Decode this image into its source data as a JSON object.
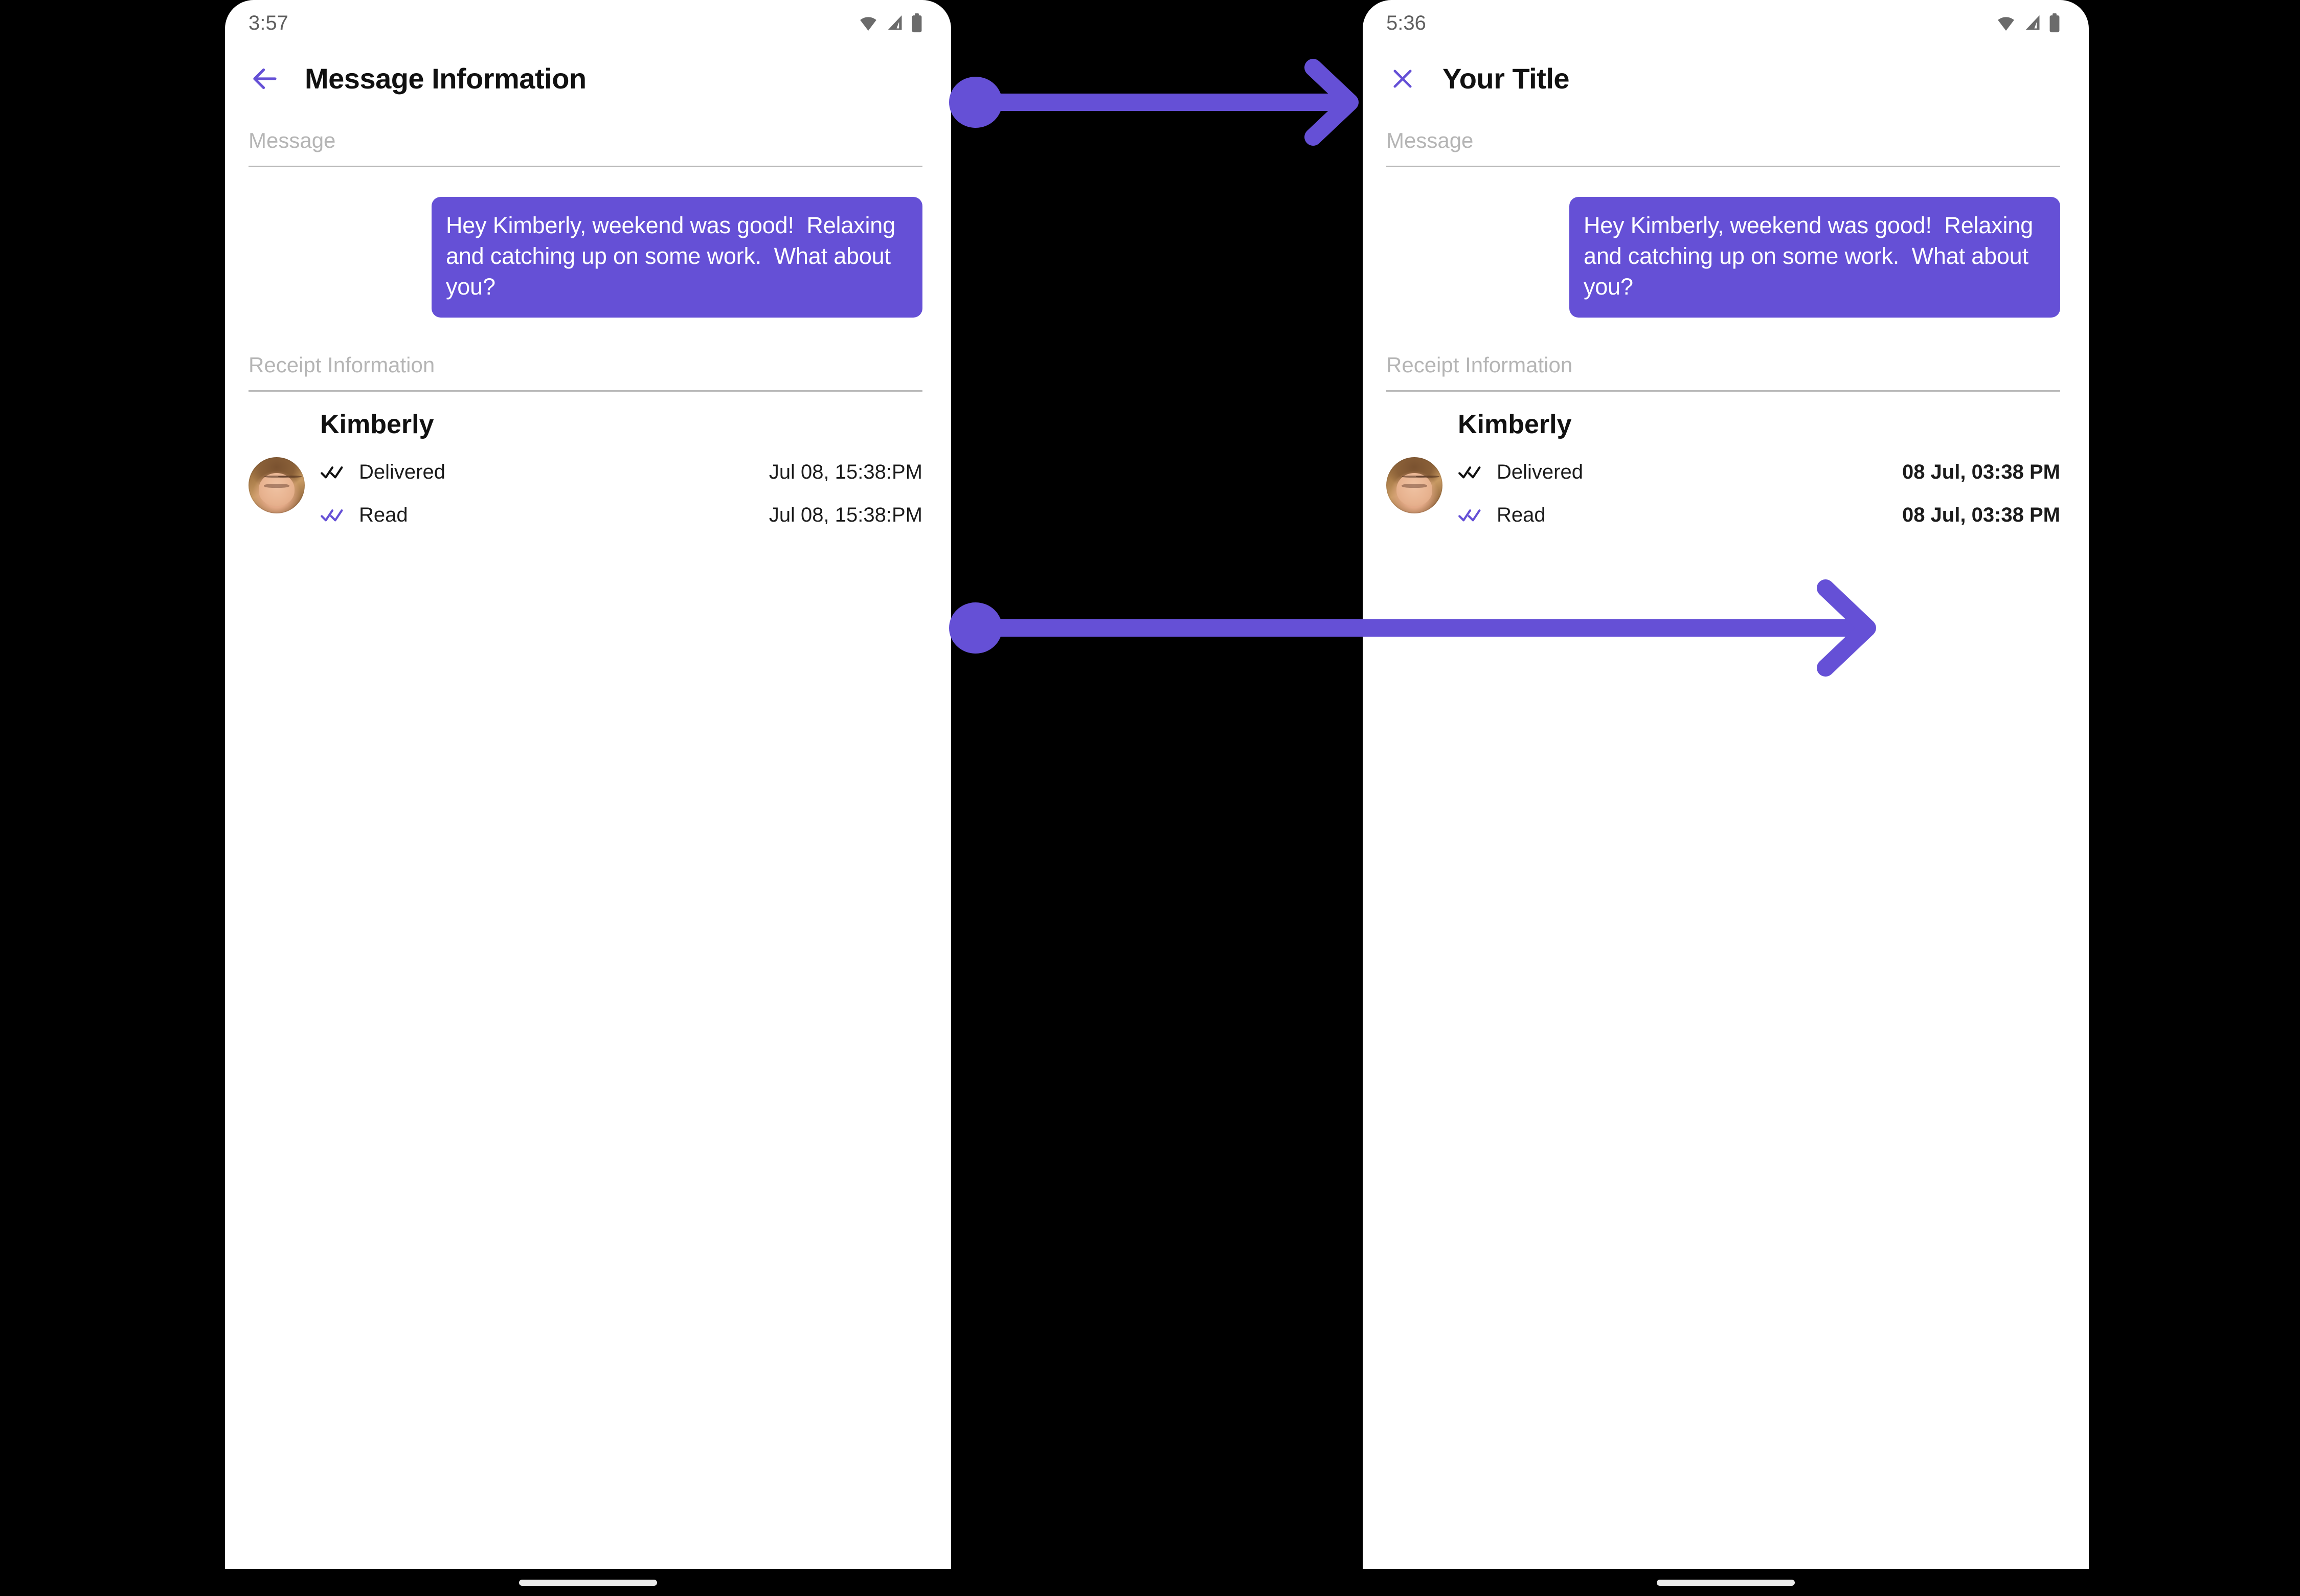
{
  "accent_color": "#6550D6",
  "screens": [
    {
      "id": "before",
      "status": {
        "time": "3:57",
        "icons": [
          "wifi-icon",
          "signal-icon",
          "battery-icon"
        ]
      },
      "appbar": {
        "nav_icon": "back-arrow-icon",
        "title": "Message Information"
      },
      "sections": {
        "message_label": "Message",
        "receipt_label": "Receipt Information"
      },
      "message": {
        "text": "Hey Kimberly, weekend was good!  Relaxing and catching up on some work.  What about you?"
      },
      "receipt": {
        "avatar": "contact-avatar",
        "name": "Kimberly",
        "rows": [
          {
            "icon": "double-check-icon",
            "icon_color": "#111111",
            "status": "Delivered",
            "time": "Jul 08, 15:38:PM"
          },
          {
            "icon": "double-check-icon",
            "icon_color": "#6550D6",
            "status": "Read",
            "time": "Jul 08, 15:38:PM"
          }
        ]
      }
    },
    {
      "id": "after",
      "status": {
        "time": "5:36",
        "icons": [
          "wifi-icon",
          "signal-icon",
          "battery-icon"
        ]
      },
      "appbar": {
        "nav_icon": "close-icon",
        "title": "Your Title"
      },
      "sections": {
        "message_label": "Message",
        "receipt_label": "Receipt Information"
      },
      "message": {
        "text": "Hey Kimberly, weekend was good!  Relaxing and catching up on some work.  What about you?"
      },
      "receipt": {
        "avatar": "contact-avatar",
        "name": "Kimberly",
        "rows": [
          {
            "icon": "double-check-icon",
            "icon_color": "#111111",
            "status": "Delivered",
            "time": "08 Jul, 03:38 PM"
          },
          {
            "icon": "double-check-icon",
            "icon_color": "#6550D6",
            "status": "Read",
            "time": "08 Jul, 03:38 PM"
          }
        ]
      }
    }
  ],
  "annotations": [
    {
      "id": "title-annotation",
      "kind": "arrow-with-dot"
    },
    {
      "id": "timestamp-annotation",
      "kind": "arrow-with-dot"
    }
  ]
}
